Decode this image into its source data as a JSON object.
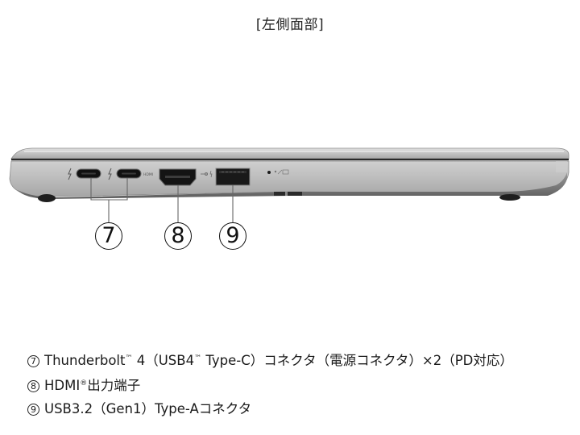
{
  "title": "[左側面部]",
  "diagram": {
    "subject": "laptop left side view",
    "body_color": "#b9b9b9",
    "lid_color": "#c4c4c4",
    "port_color": "#1a1a1a",
    "callouts": [
      {
        "number": "7",
        "glyph": "⑦",
        "target": "thunderbolt-ports",
        "count": 2
      },
      {
        "number": "8",
        "glyph": "⑧",
        "target": "hdmi-port"
      },
      {
        "number": "9",
        "glyph": "⑨",
        "target": "usb-a-port"
      }
    ],
    "port_labels": {
      "hdmi": "HDMI",
      "usb": "⇠ϟ",
      "led": "●"
    },
    "icons": [
      "thunderbolt-bolt-icon",
      "thunderbolt-bolt-icon",
      "hdmi-label-icon",
      "usb-icon",
      "power-led-icon",
      "battery-charge-icon"
    ]
  },
  "legend": [
    {
      "num": "⑦",
      "text_before_tm1": "Thunderbolt",
      "tm1": "™",
      "text_mid": " 4（USB4",
      "tm2": "™",
      "text_after": " Type-C）コネクタ（電源コネクタ）×2（PD対応）"
    },
    {
      "num": "⑧",
      "text_before_reg": "HDMI",
      "reg": "®",
      "text_after": "出力端子"
    },
    {
      "num": "⑨",
      "text": "USB3.2（Gen1）Type-Aコネクタ"
    }
  ]
}
